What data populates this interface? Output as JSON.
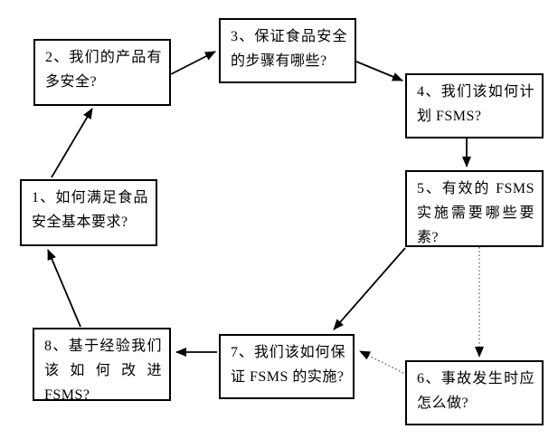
{
  "diagram": {
    "description": "FSMS question flowchart",
    "colors": {
      "background": "#ffffff",
      "box_border": "#000000",
      "text": "#000000",
      "solid_arrow": "#000000",
      "dotted_arrow": "#6e6e6e"
    },
    "boxes": [
      {
        "id": "1",
        "label": "1、如何满足食品安全基本要求?",
        "lines": [
          "1、如何满足食品",
          "安全基本要求?"
        ]
      },
      {
        "id": "2",
        "label": "2、我们的产品有多安全?",
        "lines": [
          "2、我们的产品有",
          "多安全?"
        ]
      },
      {
        "id": "3",
        "label": "3、保证食品安全的步骤有哪些?",
        "lines": [
          "3、保证食品安全",
          "的步骤有哪些?"
        ]
      },
      {
        "id": "4",
        "label": "4、我们该如何计划 FSMS?",
        "lines": [
          "4、我们该如何计",
          "划 FSMS?"
        ]
      },
      {
        "id": "5",
        "label": "5、有效的 FSMS 实施需要哪些要素?",
        "lines": [
          "5、有效的 FSMS",
          "实施需要哪些要",
          "素?"
        ]
      },
      {
        "id": "6",
        "label": "6、事故发生时应怎么做?",
        "lines": [
          "6、事故发生时应",
          "怎么做?"
        ]
      },
      {
        "id": "7",
        "label": "7、我们该如何保证 FSMS 的实施?",
        "lines": [
          "7、我们该如何保",
          "证 FSMS 的实施?"
        ]
      },
      {
        "id": "8",
        "label": "8、基于经验我们该如何改进 FSMS?",
        "lines": [
          "8、基于经验我们",
          "该如何改进",
          "FSMS?"
        ]
      }
    ],
    "edges": [
      {
        "from": "1",
        "to": "2",
        "style": "solid"
      },
      {
        "from": "2",
        "to": "3",
        "style": "solid"
      },
      {
        "from": "3",
        "to": "4",
        "style": "solid"
      },
      {
        "from": "4",
        "to": "5",
        "style": "solid"
      },
      {
        "from": "5",
        "to": "7",
        "style": "solid"
      },
      {
        "from": "5",
        "to": "6",
        "style": "dotted"
      },
      {
        "from": "6",
        "to": "7",
        "style": "dotted"
      },
      {
        "from": "7",
        "to": "8",
        "style": "solid"
      },
      {
        "from": "8",
        "to": "1",
        "style": "solid"
      }
    ]
  }
}
